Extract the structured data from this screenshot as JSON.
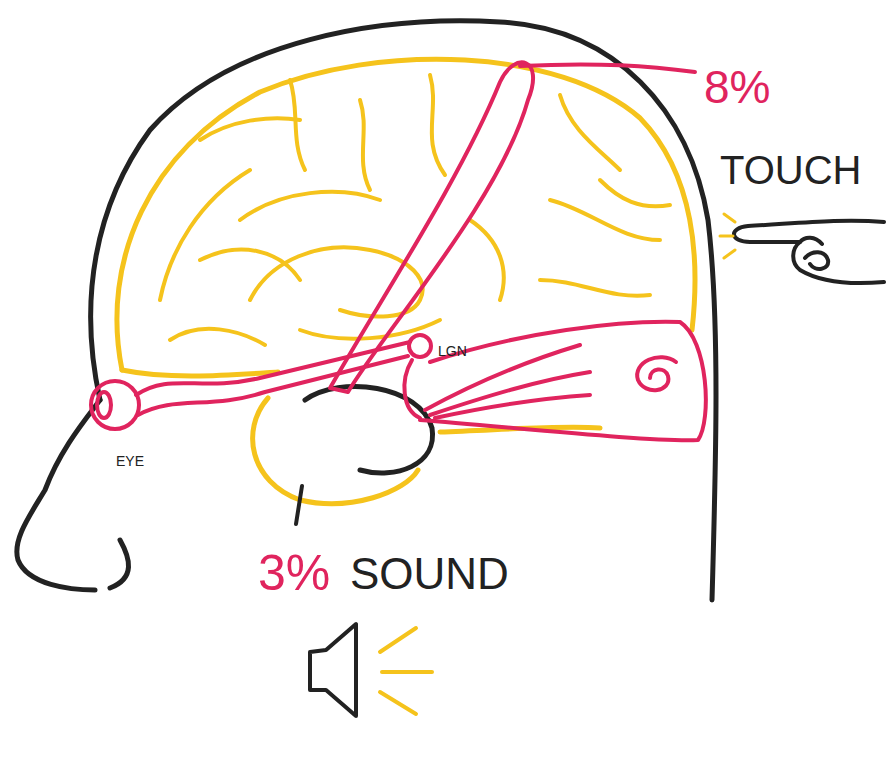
{
  "diagram": {
    "labels": [
      "8%",
      "TOUCH",
      "LGN",
      "EYE",
      "3%",
      "SOUND"
    ]
  }
}
